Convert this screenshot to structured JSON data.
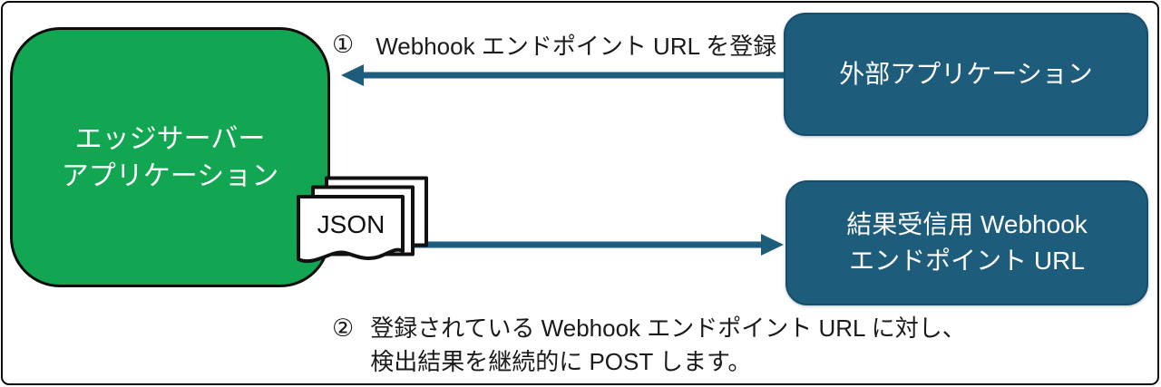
{
  "diagram": {
    "nodes": {
      "edge_server": {
        "line1": "エッジサーバー",
        "line2": "アプリケーション"
      },
      "external_app": {
        "label": "外部アプリケーション"
      },
      "webhook_endpoint": {
        "line1": "結果受信用 Webhook",
        "line2": "エンドポイント URL"
      }
    },
    "steps": {
      "step1": {
        "marker": "①",
        "text": "Webhook エンドポイント URL を登録"
      },
      "step2": {
        "marker": "②",
        "line1": "登録されている Webhook エンドポイント URL に対し、",
        "line2": "検出結果を継続的に POST します。"
      }
    },
    "json_doc": {
      "label": "JSON"
    },
    "colors": {
      "green_node": "#12A653",
      "teal_node": "#1E5C7C",
      "arrow": "#1E5C7C",
      "outline": "#000000",
      "text": "#1A1A1A"
    }
  }
}
